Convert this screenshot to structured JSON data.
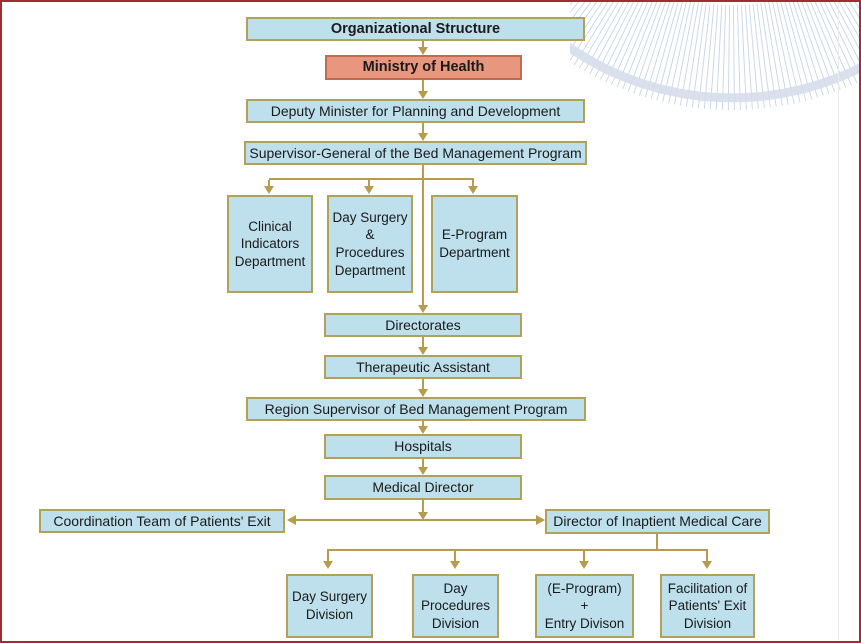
{
  "slide_title": "Organizational Structure",
  "colors": {
    "node_fill": "#BDE0EC",
    "node_border": "#B2A258",
    "highlight_fill": "#E8967E",
    "highlight_border": "#C06A4E",
    "connector": "#B79B4E",
    "frame": "#A02C34",
    "ornament": "#C7D4E6"
  },
  "nodes": {
    "org_structure": "Organizational Structure",
    "ministry": "Ministry of Health",
    "deputy": "Deputy Minister for Planning and Development",
    "supervisor_general": "Supervisor-General of the Bed Management Program",
    "clinical_dept": "Clinical\nIndicators\nDepartment",
    "day_surgery_dept": "Day Surgery\n&\nProcedures\nDepartment",
    "e_program_dept": "E-Program\nDepartment",
    "directorates": "Directorates",
    "therapeutic": "Therapeutic Assistant",
    "region_supervisor": "Region Supervisor of Bed Management Program",
    "hospitals": "Hospitals",
    "medical_director": "Medical Director",
    "coordination_team": "Coordination Team of Patients' Exit",
    "director_inpatient": "Director of Inaptient Medical Care",
    "day_surgery_div": "Day Surgery\nDivision",
    "day_procedures_div": "Day\nProcedures\nDivision",
    "e_program_div": "(E-Program)\n+\nEntry Divison",
    "facilitation_div": "Facilitation of\nPatients' Exit\nDivision"
  },
  "edges": [
    [
      "org_structure",
      "ministry"
    ],
    [
      "ministry",
      "deputy"
    ],
    [
      "deputy",
      "supervisor_general"
    ],
    [
      "supervisor_general",
      "clinical_dept"
    ],
    [
      "supervisor_general",
      "day_surgery_dept"
    ],
    [
      "supervisor_general",
      "e_program_dept"
    ],
    [
      "supervisor_general",
      "directorates"
    ],
    [
      "directorates",
      "therapeutic"
    ],
    [
      "therapeutic",
      "region_supervisor"
    ],
    [
      "region_supervisor",
      "hospitals"
    ],
    [
      "hospitals",
      "medical_director"
    ],
    [
      "medical_director",
      "coordination_team"
    ],
    [
      "medical_director",
      "director_inpatient"
    ],
    [
      "director_inpatient",
      "day_surgery_div"
    ],
    [
      "director_inpatient",
      "day_procedures_div"
    ],
    [
      "director_inpatient",
      "e_program_div"
    ],
    [
      "director_inpatient",
      "facilitation_div"
    ]
  ]
}
